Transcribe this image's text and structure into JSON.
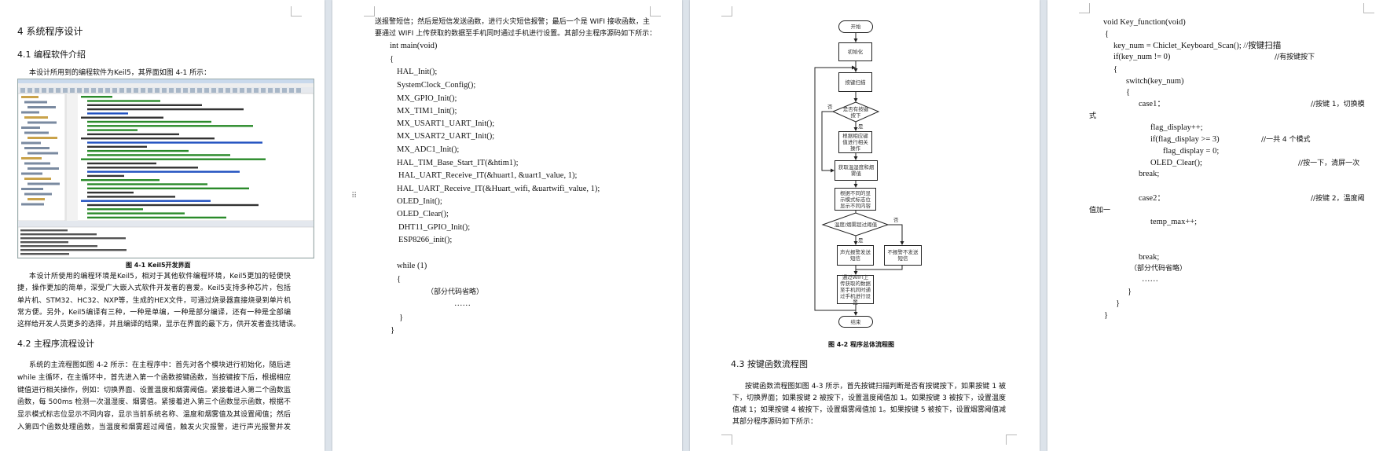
{
  "page1": {
    "heading": "4 系统程序设计",
    "section_4_1": "4.1 编程软件介绍",
    "intro": "本设计所用到的编程软件为Keil5，其界面如图 4-1 所示：",
    "figure_caption": "图 4-1 Keil5开发界面",
    "para1": [
      "本设计所使用的编程环境是Keil5，相对于其他软件编程环境，Keil5更加的轻便快",
      "捷，操作更加的简单，深受广大嵌入式软件开发者的喜爱。Keil5支持多种芯片，包括51",
      "单片机、STM32、HC32、NXP等，生成的HEX文件，可通过烧录器直接烧录到单片机中，非",
      "常方便。另外，Keil5编译有三种，一种是单编，一种是部分编译，还有一种是全部编译，",
      "这样给开发人员更多的选择，并且编译的结果，显示在界面的最下方，供开发者查找错误。"
    ],
    "section_4_2": "4.2 主程序流程设计",
    "para2": [
      "系统的主流程图如图 4-2 所示：在主程序中：首先对各个模块进行初始化，随后进入",
      "while 主循环，在主循环中，首先进入第一个函数按键函数，当按键按下后，根据相应的",
      "键值进行相关操作，例如：切换界面、设置温度和烟雾阈值。紧接着进入第二个函数监测",
      "函数，每 500ms 检测一次温湿度、烟雾值。紧接着进入第三个函数显示函数，根据不同的",
      "显示模式标志位显示不同内容，显示当前系统名称、温度和烟雾值及其设置阈值；然后进",
      "入第四个函数处理函数，当温度和烟雾超过阈值，触发火灾报警，进行声光报警并发"
    ]
  },
  "page2": {
    "para": [
      "送报警短信；然后是短信发送函数，进行火灾短信报警；最后一个是 WIFI 接收函数，主",
      "要通过 WIFI 上传获取的数据至手机同时通过手机进行设置。其部分主程序源码如下所示："
    ],
    "code": [
      "int main(void)",
      "{",
      "HAL_Init();",
      "SystemClock_Config();",
      "MX_GPIO_Init();",
      "MX_TIM1_Init();",
      "MX_USART1_UART_Init();",
      "MX_USART2_UART_Init();",
      "MX_ADC1_Init();",
      "HAL_TIM_Base_Start_IT(&htim1);",
      "HAL_UART_Receive_IT(&huart1, &uart1_value, 1);",
      "HAL_UART_Receive_IT(&Huart_wifi, &uartwifi_value, 1);",
      "OLED_Init();",
      "OLED_Clear();",
      "DHT11_GPIO_Init();",
      "ESP8266_init();",
      "while (1)",
      "{",
      "（部分代码省略）",
      "……",
      "}",
      "}"
    ]
  },
  "page3": {
    "flowchart": {
      "start": "开始",
      "init": "初始化",
      "scan": "按键扫描",
      "key_pressed": "是否有按键按下",
      "key_op": "根据相应键值进行相关操作",
      "get_values": "获取温湿度和烟雾值",
      "display": "根据不同的显示模式标志位显示不同内容",
      "threshold": "温度/烟雾超过阈值",
      "alarm": "声光报警发送短信",
      "no_alarm": "不报警不发送短信",
      "wifi": "通过WIFI上传获取的数据至手机同时通过手机进行设置",
      "end": "结束",
      "yes": "是",
      "no": "否"
    },
    "figure_caption": "图 4-2  程序总体流程图",
    "section_4_3": "4.3 按键函数流程图",
    "para": [
      "按键函数流程图如图 4-3 所示，首先按键扫描判断是否有按键按下，如果按键 1 被按",
      "下，切换界面；如果按键 2 被按下，设置温度阈值加 1。如果按键 3 被按下，设置温度阈",
      "值减 1；如果按键 4 被按下，设置烟雾阈值加 1。如果按键 5 被按下，设置烟雾阈值减 1。",
      "其部分程序源码如下所示："
    ]
  },
  "page4": {
    "code": [
      {
        "code": "void Key_function(void)"
      },
      {
        "code": "{"
      },
      {
        "code": "key_num = Chiclet_Keyboard_Scan(); //按键扫描"
      },
      {
        "code": "if(key_num != 0)",
        "comment": "//有按键按下"
      },
      {
        "code": "{"
      },
      {
        "code": "switch(key_num)"
      },
      {
        "code": "{"
      },
      {
        "code": "case1：",
        "comment": "//按键 1，切换模"
      },
      {
        "code": "式"
      },
      {
        "code": "flag_display++;"
      },
      {
        "code": "if(flag_display >= 3)",
        "comment": "//一共 4 个模式"
      },
      {
        "code": "flag_display = 0;"
      },
      {
        "code": "OLED_Clear();",
        "comment": "//按一下，清屏一次"
      },
      {
        "code": "break;"
      },
      {
        "code": "case2：",
        "comment": "//按键 2，温度阈"
      },
      {
        "code": "值加一"
      },
      {
        "code": "temp_max++;"
      },
      {
        "code": "break;"
      },
      {
        "code": "（部分代码省略）"
      },
      {
        "code": "……"
      },
      {
        "code": "}"
      },
      {
        "code": "}"
      },
      {
        "code": "}"
      }
    ]
  },
  "colors": {
    "background": "#dce3ea",
    "page": "#ffffff",
    "text": "#111111"
  }
}
